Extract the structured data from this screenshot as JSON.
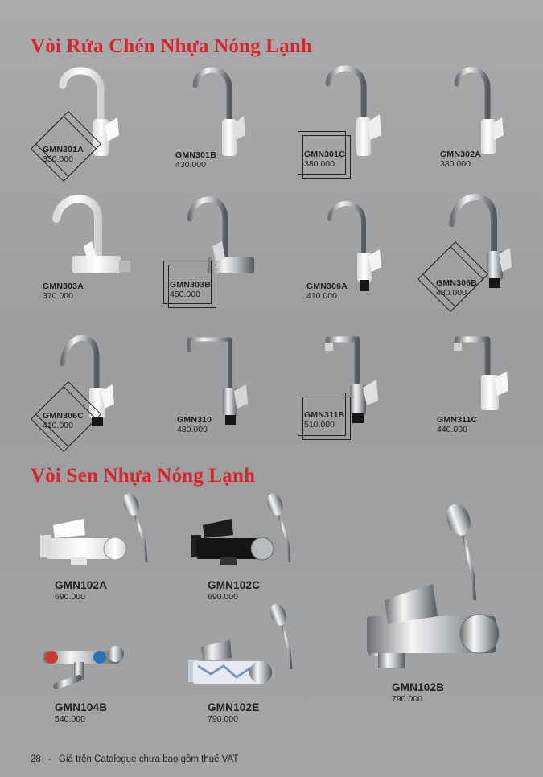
{
  "sections": {
    "kitchen_title": "Vòi Rửa Chén Nhựa Nóng Lạnh",
    "shower_title": "Vòi Sen Nhựa Nóng Lạnh"
  },
  "kitchen_products": [
    {
      "code": "GMN301A",
      "price": "330.000"
    },
    {
      "code": "GMN301B",
      "price": "430.000"
    },
    {
      "code": "GMN301C",
      "price": "380.000"
    },
    {
      "code": "GMN302A",
      "price": "380.000"
    },
    {
      "code": "GMN303A",
      "price": "370.000"
    },
    {
      "code": "GMN303B",
      "price": "450.000"
    },
    {
      "code": "GMN306A",
      "price": "410.000"
    },
    {
      "code": "GMN306B",
      "price": "480.000"
    },
    {
      "code": "GMN306C",
      "price": "410.000"
    },
    {
      "code": "GMN310",
      "price": "480.000"
    },
    {
      "code": "GMN311B",
      "price": "510.000"
    },
    {
      "code": "GMN311C",
      "price": "440.000"
    }
  ],
  "shower_products": [
    {
      "code": "GMN102A",
      "price": "690.000"
    },
    {
      "code": "GMN102C",
      "price": "690.000"
    },
    {
      "code": "GMN104B",
      "price": "540.000"
    },
    {
      "code": "GMN102E",
      "price": "790.000"
    },
    {
      "code": "GMN102B",
      "price": "790.000"
    }
  ],
  "footer": {
    "page_number": "28",
    "separator": "-",
    "note": "Giá trên Catalogue chưa bao gồm thuế VAT"
  },
  "colors": {
    "title_red": "#d8242b",
    "background": "#a3a4a6"
  }
}
